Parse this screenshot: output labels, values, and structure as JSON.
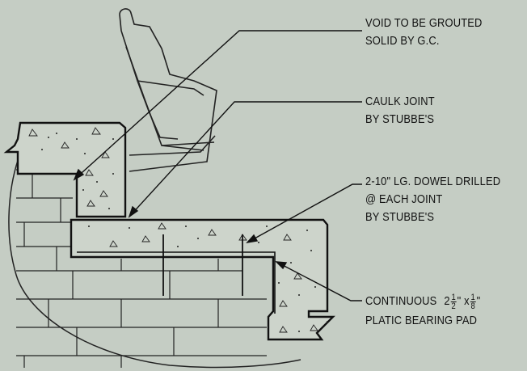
{
  "callouts": {
    "void": {
      "line1": "VOID TO BE GROUTED",
      "line2": "SOLID BY G.C."
    },
    "caulk": {
      "line1": "CAULK JOINT",
      "line2": "BY STUBBE'S"
    },
    "dowel": {
      "line1": "2-10\" LG. DOWEL DRILLED",
      "line2": "@ EACH JOINT",
      "line3": "BY STUBBE'S"
    },
    "pad": {
      "prefix": "CONTINUOUS",
      "whole": "2",
      "frac1_num": "1",
      "frac1_den": "2",
      "mid": "\" x",
      "frac2_num": "1",
      "frac2_den": "8",
      "suffix": "\"",
      "line2": "PLATIC BEARING PAD"
    }
  },
  "colors": {
    "background": "#c5cdc4",
    "ink": "#111111",
    "concrete": "#cdd4cb"
  }
}
